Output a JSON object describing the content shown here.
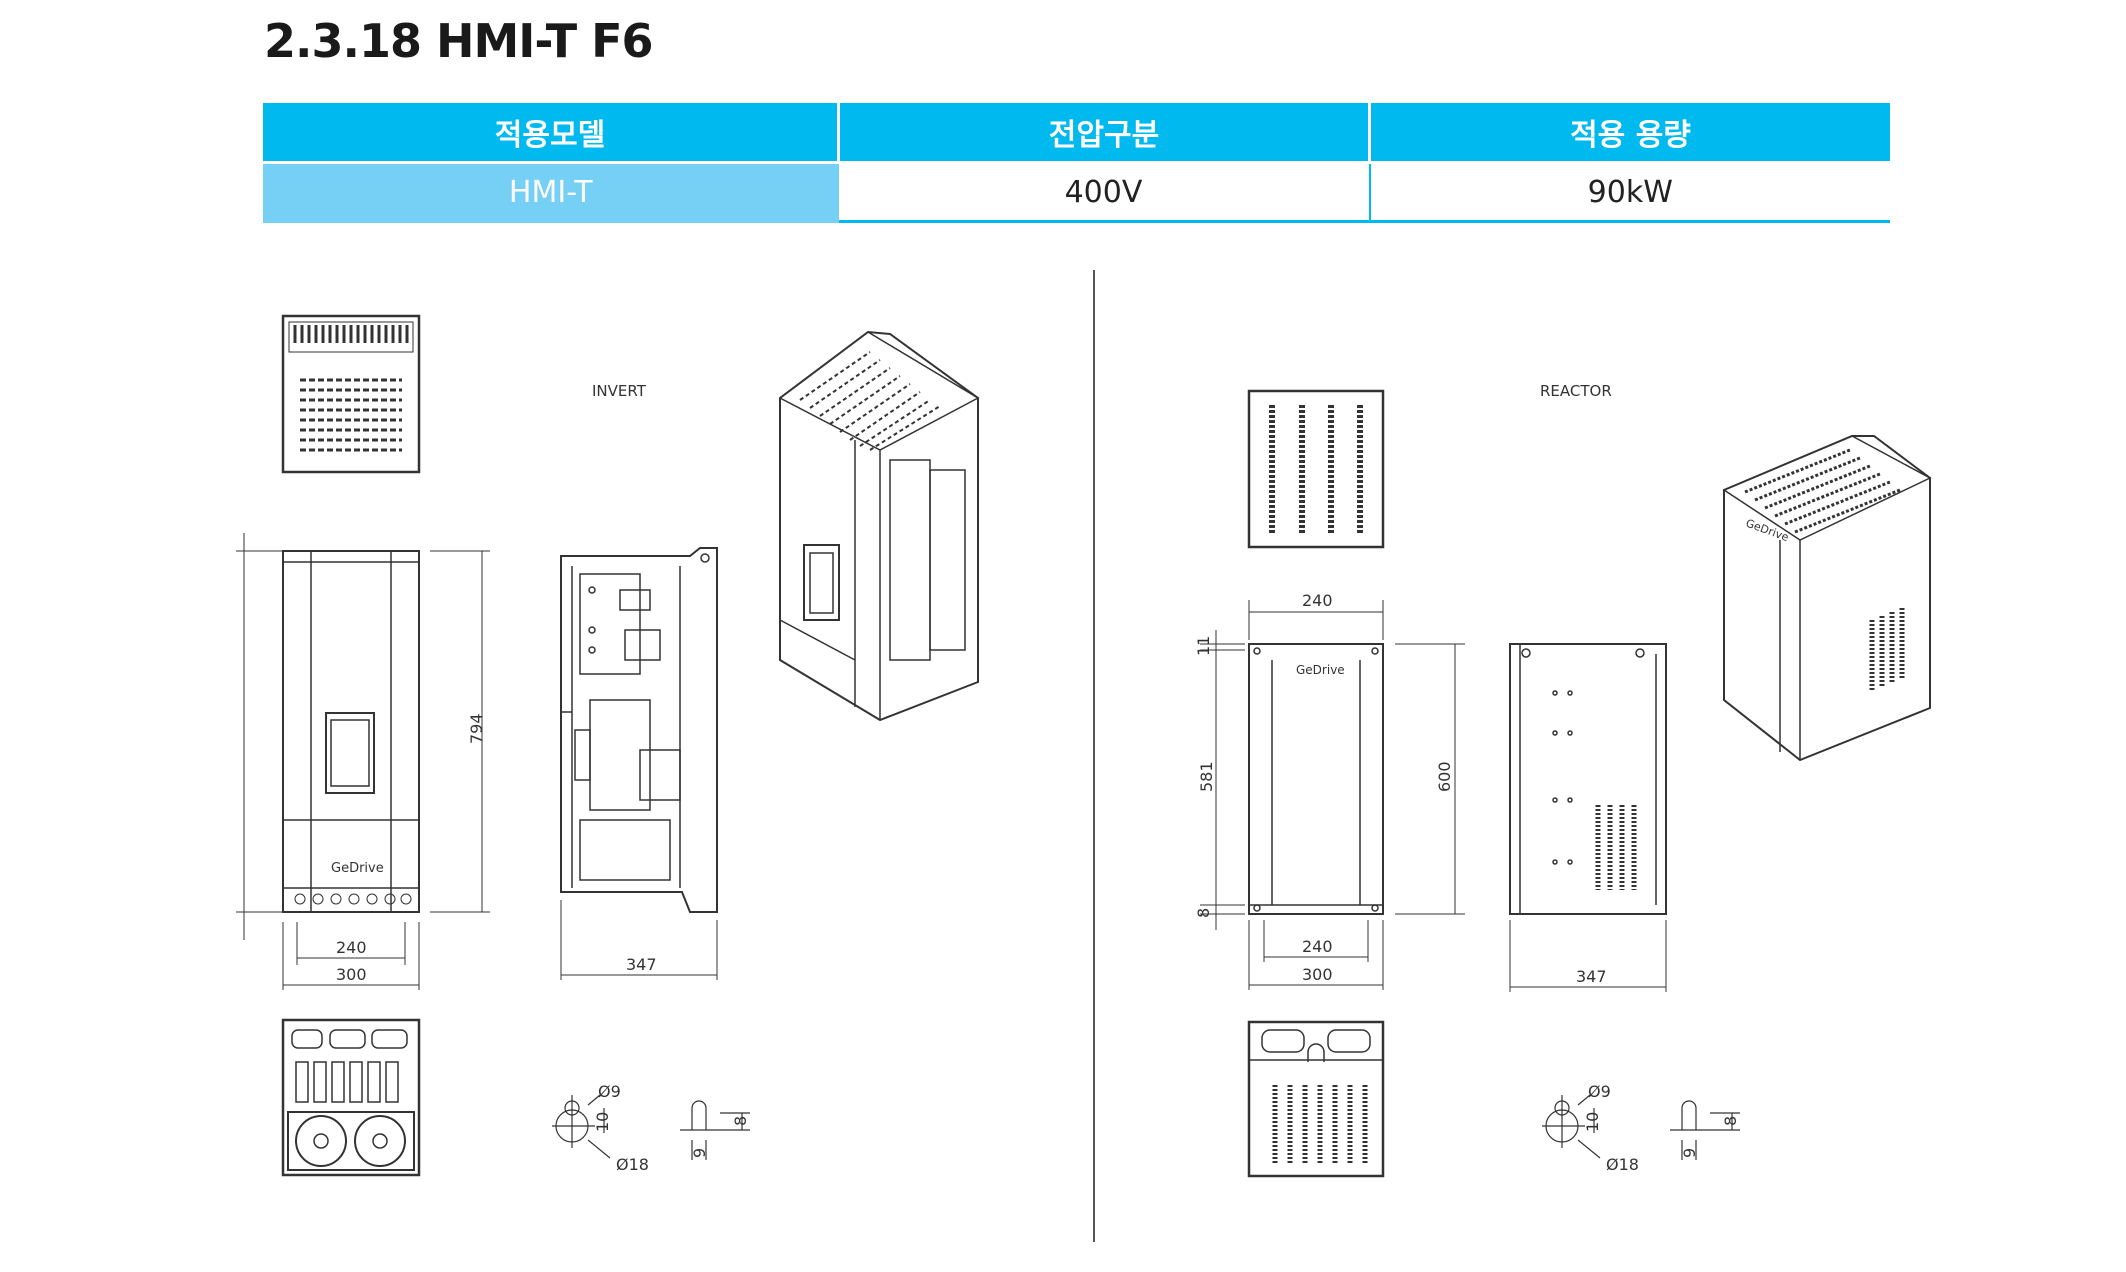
{
  "doc": {
    "title": "2.3.18 HMI-T F6"
  },
  "spec_table": {
    "headers": [
      "적용모델",
      "전압구분",
      "적용 용량"
    ],
    "row": {
      "model": "HMI-T",
      "voltage": "400V",
      "capacity": "90kW"
    }
  },
  "left": {
    "label": "INVERT",
    "brand": "GeDrive",
    "dims": {
      "height": "794",
      "width_inner": "240",
      "width_outer": "300",
      "depth": "347",
      "hole_small": "Ø9",
      "hole_large": "Ø18",
      "hole_gap": "10",
      "slot_w": "9",
      "slot_h": "8"
    }
  },
  "right": {
    "label": "REACTOR",
    "brand": "GeDrive",
    "dims": {
      "top_w": "240",
      "top_off": "11",
      "mid_h": "581",
      "bottom_off": "8",
      "height": "600",
      "width_inner": "240",
      "width_outer": "300",
      "depth": "347",
      "hole_small": "Ø9",
      "hole_large": "Ø18",
      "hole_gap": "10",
      "slot_w": "9",
      "slot_h": "8"
    }
  }
}
